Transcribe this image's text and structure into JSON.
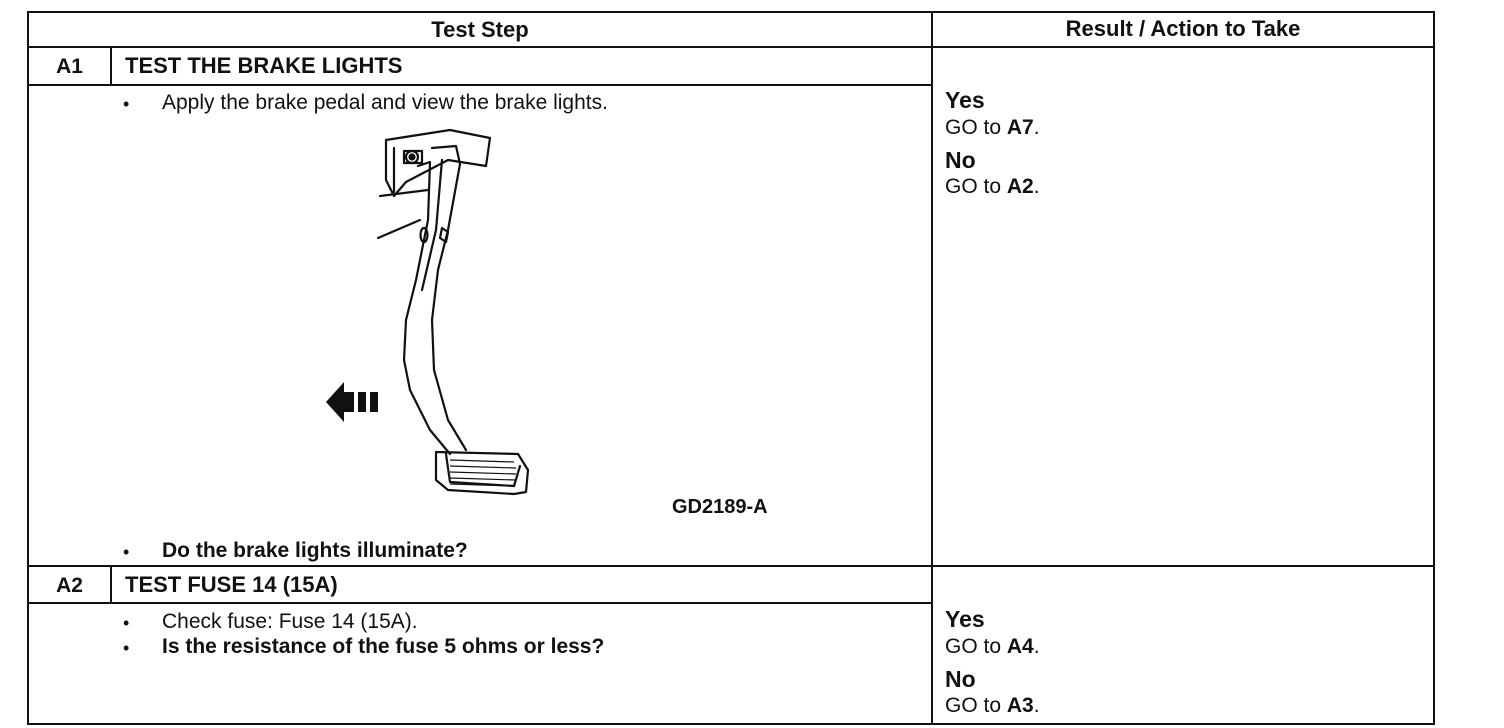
{
  "table": {
    "header": {
      "test_step": "Test Step",
      "result_action": "Result / Action to Take"
    },
    "steps": [
      {
        "id": "A1",
        "title": "TEST THE BRAKE LIGHTS",
        "instructions": [
          {
            "text": "Apply the brake pedal and view the brake lights.",
            "bold": false
          },
          {
            "text": "Do the brake lights illuminate?",
            "bold": true
          }
        ],
        "figure": {
          "id": "GD2189-A",
          "icon": "brake-pedal-illustration"
        },
        "results": [
          {
            "label": "Yes",
            "action_prefix": "GO to ",
            "target": "A7",
            "suffix": "."
          },
          {
            "label": "No",
            "action_prefix": "GO to ",
            "target": "A2",
            "suffix": "."
          }
        ]
      },
      {
        "id": "A2",
        "title": "TEST FUSE 14 (15A)",
        "instructions": [
          {
            "text": "Check fuse: Fuse 14 (15A).",
            "bold": false
          },
          {
            "text": "Is the resistance of the fuse 5 ohms or less?",
            "bold": true
          }
        ],
        "results": [
          {
            "label": "Yes",
            "action_prefix": "GO to ",
            "target": "A4",
            "suffix": "."
          },
          {
            "label": "No",
            "action_prefix": "GO to ",
            "target": "A3",
            "suffix": "."
          }
        ]
      }
    ],
    "bullet": "•"
  }
}
